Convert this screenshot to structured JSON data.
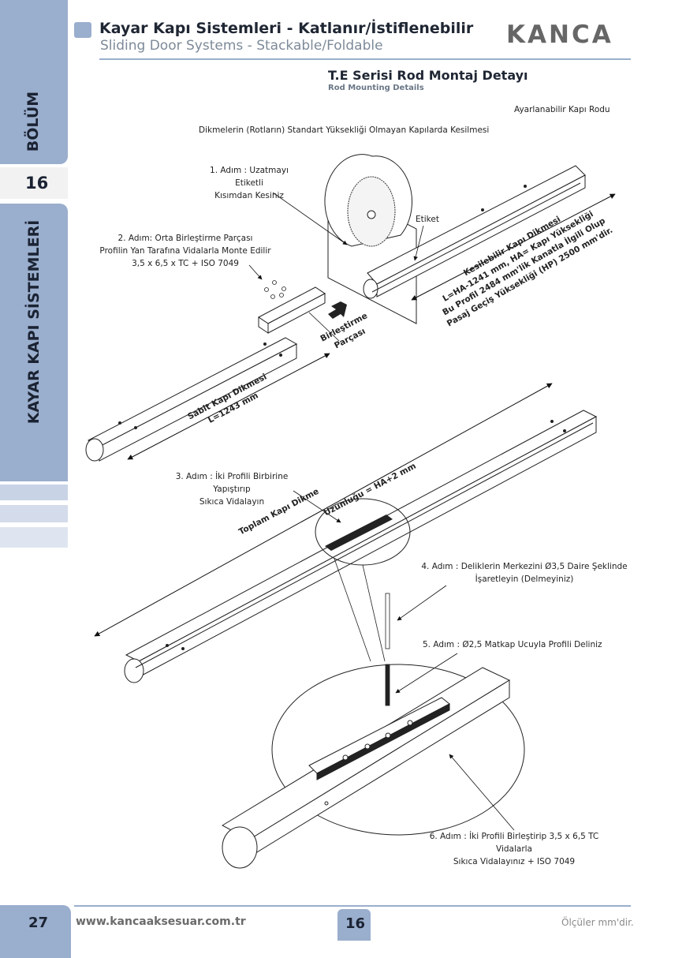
{
  "sidebar": {
    "section_label": "BÖLÜM",
    "section_number": "16",
    "category": "KAYAR KAPI SİSTEMLERİ"
  },
  "header": {
    "title": "Kayar Kapı Sistemleri - Katlanır/İstiflenebilir",
    "subtitle": "Sliding Door Systems - Stackable/Foldable",
    "logo": "KANCA",
    "detail_title": "T.E Serisi Rod Montaj Detayı",
    "detail_subtitle": "Rod Mounting Details"
  },
  "labels": {
    "adjustable_rod": "Ayarlanabilir Kapı Rodu",
    "cutting_title": "Dikmelerin (Rotların) Standart Yüksekliği Olmayan Kapılarda Kesilmesi",
    "step1_line1": "1. Adım : Uzatmayı Etiketli",
    "step1_line2": "Kısımdan Kesiniz",
    "label_tag": "Etiket",
    "step2_line1": "2. Adım: Orta Birleştirme Parçası",
    "step2_line2": "Profilin Yan Tarafına Vidalarla Monte Edilir",
    "step2_line3": "3,5 x 6,5 x TC + ISO 7049",
    "joint_piece_line1": "Birleştirme",
    "joint_piece_line2": "Parçası",
    "cuttable_line1": "Kesilebilir Kapı Dikmesi",
    "cuttable_line2": "L=HA-1241 mm, HA= Kapı Yüksekliği",
    "cuttable_line3": "Bu Profil 2484 mm'lik Kanatla İlgili Olup",
    "cuttable_line4": "Pasaj Geçiş Yüksekliği (HP) 2500 mm'dir.",
    "fixed_line1": "Sabit Kapı Dikmesi",
    "fixed_line2": "L=1243 mm",
    "step3_line1": "3. Adım : İki Profili Birbirine Yapıştırıp",
    "step3_line2": "Sıkıca Vidalayın",
    "total_line1": "Toplam Kapı Dikme",
    "total_line2": "Uzunluğu = HA+2 mm",
    "step4_line1": "4. Adım : Deliklerin Merkezini Ø3,5 Daire Şeklinde",
    "step4_line2": "İşaretleyin (Delmeyiniz)",
    "step5": "5. Adım :  Ø2,5 Matkap Ucuyla Profili Deliniz",
    "step6_line1": "6. Adım : İki Profili Birleştirip 3,5 x 6,5 TC Vidalarla",
    "step6_line2": "Sıkıca Vidalayınız + ISO 7049"
  },
  "footer": {
    "page_number": "27",
    "url": "www.kancaaksesuar.com.tr",
    "section_number": "16",
    "units_note": "Ölçüler mm'dir."
  },
  "colors": {
    "accent": "#9aaecd",
    "text_dark": "#1f2633",
    "logo_gray": "#666666"
  }
}
